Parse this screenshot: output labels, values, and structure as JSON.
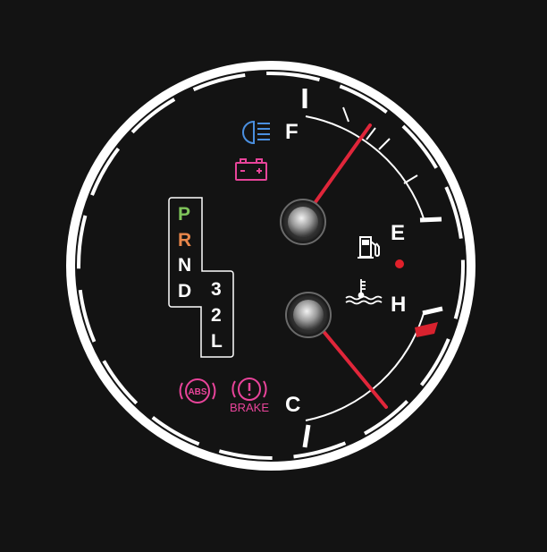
{
  "gauges": {
    "fuel": {
      "full_label": "F",
      "empty_label": "E",
      "level": 0.78
    },
    "temperature": {
      "cold_label": "C",
      "hot_label": "H",
      "level": 0.24
    }
  },
  "gear_selector": {
    "gears": [
      "P",
      "R",
      "N",
      "D",
      "3",
      "2",
      "L"
    ],
    "colors": {
      "P": "#7fc45a",
      "R": "#e8864a",
      "N": "#ffffff",
      "D": "#ffffff",
      "3": "#ffffff",
      "2": "#ffffff",
      "L": "#ffffff"
    }
  },
  "warning_lights": {
    "headlight_icon": "headlight-icon",
    "battery_icon": "battery-icon",
    "abs_label": "ABS",
    "brake_label": "BRAKE",
    "fuel_pump_icon": "fuel-pump-icon",
    "coolant_icon": "coolant-temperature-icon"
  },
  "colors": {
    "background": "#131313",
    "bezel": "#ffffff",
    "needle": "#e0263a",
    "headlight": "#4a8fe0",
    "warning_pink": "#e8449a",
    "danger_mark": "#d8222e",
    "low_fuel_dot": "#e0202a"
  }
}
